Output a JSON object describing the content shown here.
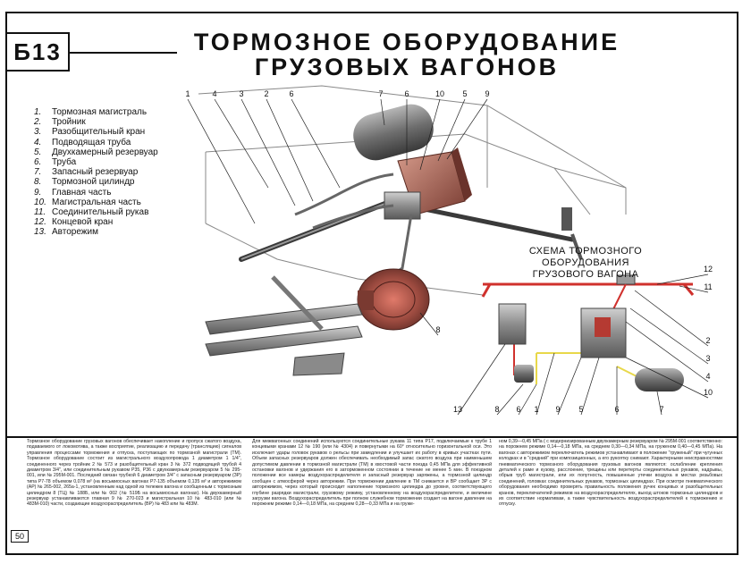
{
  "header": {
    "code": "Б13",
    "title_line1": "ТОРМОЗНОЕ ОБОРУДОВАНИЕ",
    "title_line2": "ГРУЗОВЫХ ВАГОНОВ"
  },
  "legend": [
    {
      "num": "1.",
      "label": "Тормозная магистраль"
    },
    {
      "num": "2.",
      "label": "Тройник"
    },
    {
      "num": "3.",
      "label": "Разобщительный кран"
    },
    {
      "num": "4.",
      "label": "Подводящая труба"
    },
    {
      "num": "5.",
      "label": "Двухкамерный резервуар"
    },
    {
      "num": "6.",
      "label": "Труба"
    },
    {
      "num": "7.",
      "label": "Запасный резервуар"
    },
    {
      "num": "8.",
      "label": "Тормозной цилиндр"
    },
    {
      "num": "9.",
      "label": "Главная часть"
    },
    {
      "num": "10.",
      "label": "Магистральная часть"
    },
    {
      "num": "11.",
      "label": "Соединительный рукав"
    },
    {
      "num": "12.",
      "label": "Концевой кран"
    },
    {
      "num": "13.",
      "label": "Авторежим"
    }
  ],
  "diagram": {
    "top_callouts": [
      "1",
      "4",
      "3",
      "2",
      "6",
      "7",
      "6",
      "10",
      "5",
      "9"
    ],
    "cylinder_callout": "8",
    "schema_title_line1": "СХЕМА ТОРМОЗНОГО ОБОРУДОВАНИЯ",
    "schema_title_line2": "ГРУЗОВОГО ВАГОНА",
    "schema_right_callouts": [
      "12",
      "11",
      "2",
      "3",
      "4",
      "10"
    ],
    "schema_bottom_callouts": [
      "13",
      "8",
      "6",
      "1",
      "9",
      "5",
      "6",
      "7"
    ]
  },
  "body_text": {
    "col1": "Тормозное оборудование грузовых вагонов обеспечивает накопление и пропуск сжатого воздуха, подаваемого от локомотива, а также восприятие, реализацию и передачу (трансляцию) сигналов управления процессами торможения и отпуска, поступающих по тормозной магистрали (ТМ). Тормозное оборудование состоит из магистрального воздухопровода 1 диаметром 1 1/4\", соединенного через тройник 2 № 573 и разобщительный кран 3 № 372 подводящей трубой 4 диаметром 3/4\", или соединительным рукавом Р35, Р36 с двухкамерным резервуаром 5 № 295-001, или № 295М-001. Последний связан трубкой 6 диаметром 3/4\" с запасным резервуаром (ЗР) типа Р7-78 объемом 0,078 м³ (на восьмиосных вагонах Р7-135 объемом 0,135 м³ и авторежимом (АР) № 265-002, 265а-1, установленным над одной из тележек вагона и сообщенным с тормозным цилиндром 8 (ТЦ) № 188Б, или № 002 (№ 519Б на восьмиосных вагонах). На двухкамерный резервуар устанавливаются главная 9 № 270-023 и магистральная 10 № 483-010 (или № 483М-010) части, создающие воздухораспределитель (ВР) № 483 или № 483М.",
    "col2": "Для межвагонных соединений используются соединительные рукава 11 типа Р17, подключаемые к трубе 1 концевыми кранами 12 № 190 (или № 4304) и повернутыми на 60° относительно горизонтальной оси. Это исключает удары головок рукавов о рельсы при замедлении и улучшает их работу в кривых участках пути. Объем запасных резервуаров должен обеспечивать необходимый запас сжатого воздуха при наименьшем допустимом давлении в тормозной магистрали (ТМ) в хвостовой части поезда 0,45 МПа для эффективной остановки вагонов и удержания его в заторможенном состоянии в течение не менее 5 мин. В поездном положении все камеры воздухораспределителя и запасный резервуар заряжены, а тормозной цилиндр сообщен с атмосферой через авторежим. При торможении давление в ТМ снижается и ВР сообщает ЗР с авторежимом, через который происходит наполнение тормозного цилиндра до уровня, соответствующего глубине разрядки магистрали, грузовому режиму, установленному на воздухораспределителе, и величине загрузки вагона. Воздухораспределитель при полном служебном торможении создает на вагоне давление на порожнем режиме 0,14—0,18 МПа, на среднем 0,28—0,33 МПа и на груже-",
    "col3": "ном 0,39—0,45 МПа ( с модернизированным двухкамерным резервуаром № 295М-001 соответственно: на порожнем режиме 0,14—0,18 МПа, на среднем 0,30—0,34 МПа, на груженом 0,40—0,45 МПа). На вагонах с авторежимом переключатель режимов устанавливают в положение \"груженый\" при чугунных колодках и в \"средний\" при композиционных, а его рукоятку снимают. Характерными неисправностями пневматического тормозного оборудования грузовых вагонов являются: ослабление крепления деталей к раме и кузову, расслоение, трещины или перетерты соединительных рукавов, надрывы, обрыв труб магистрали, или их попутность, повышенные утечки воздуха в местах резьбовых соединений, головках соединительных рукавов, тормозных цилиндрах. При осмотре пневматического оборудования необходимо проверять правильность положения ручек концевых и разобщительных кранов, переключателей режимов на воздухораспределителях, выход штоков тормозных цилиндров и их соответствие нормативам, а также чувствительность воздухораспределителей к торможению и отпуску."
  },
  "footer": {
    "page": "50"
  },
  "colors": {
    "pipe_red": "#d0312d",
    "pipe_yellow": "#e8d84a",
    "metal": "#6b6b6b",
    "reservoir": "#8a3a30"
  }
}
